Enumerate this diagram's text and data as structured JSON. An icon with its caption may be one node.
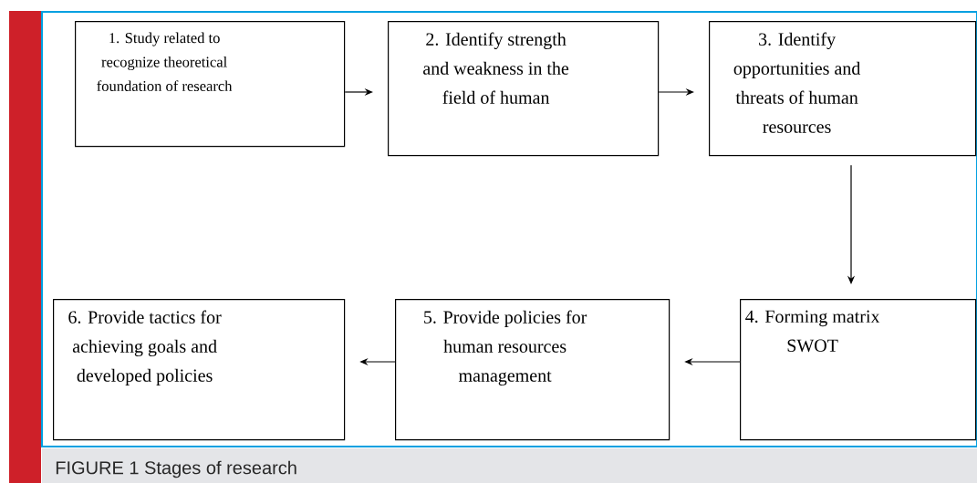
{
  "diagram": {
    "caption": "FIGURE 1 Stages of research",
    "nodes": [
      {
        "text": [
          "1. Study related to recognize theoretical foundation of research"
        ]
      },
      {
        "text": [
          "2. Identify strength and weakness in the field of human"
        ]
      },
      {
        "text": [
          "3. Identify opportunities and threats of human resources"
        ]
      },
      {
        "text": [
          "4.  Forming matrix SWOT"
        ]
      },
      {
        "text": [
          "5. Provide policies for human resources management"
        ]
      },
      {
        "text": [
          "6. Provide tactics for achieving goals and developed policies"
        ]
      }
    ],
    "edges": [
      {
        "from": 0,
        "to": 1,
        "arrow": "to"
      },
      {
        "from": 1,
        "to": 2,
        "arrow": "to"
      },
      {
        "from": 2,
        "to": 3,
        "arrow": "to"
      },
      {
        "from": 3,
        "to": 4,
        "arrow": "to"
      },
      {
        "from": 4,
        "to": 5,
        "arrow": "to"
      }
    ]
  }
}
